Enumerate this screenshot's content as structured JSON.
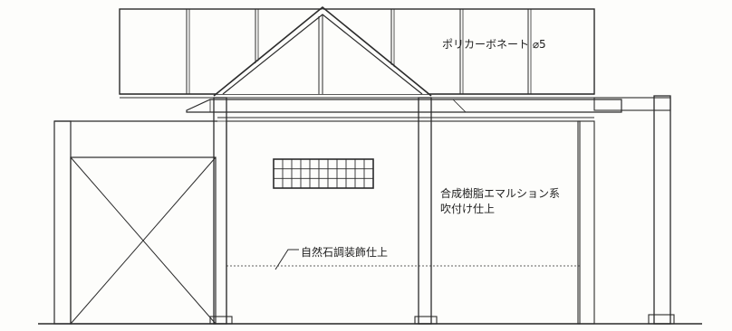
{
  "drawing": {
    "type": "building elevation sketch",
    "annotations": {
      "roof_material": "ポリカーボネート ⌀5",
      "wall_finish_line1": "合成樹脂エマルション系",
      "wall_finish_line2": "吹付け仕上",
      "base_finish": "自然石調装飾仕上"
    },
    "ink_color": "#2b2b2b",
    "paper_color": "#fdfdfb"
  }
}
